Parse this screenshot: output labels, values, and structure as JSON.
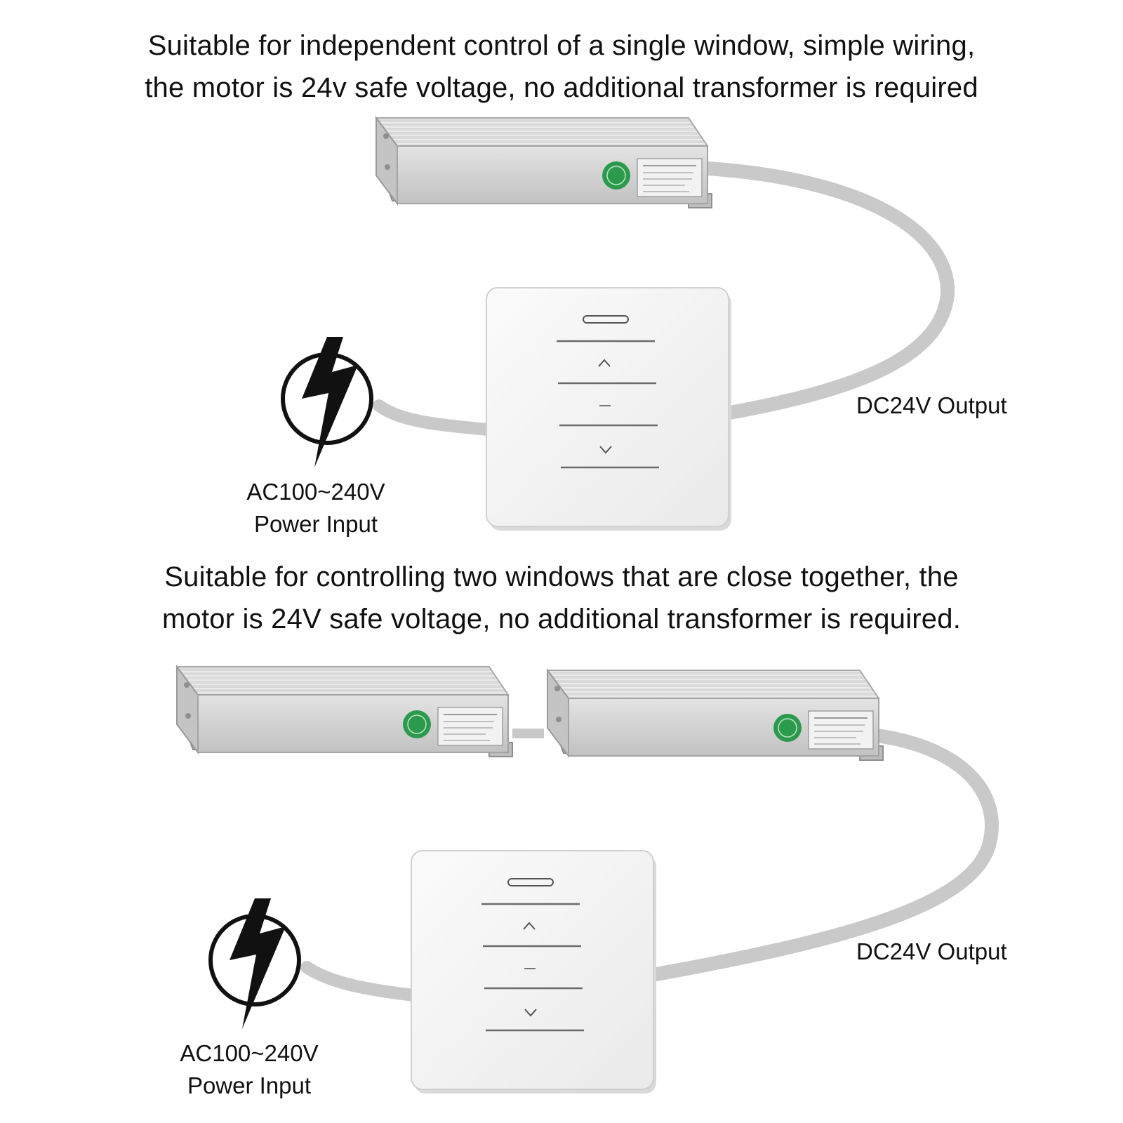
{
  "captions": {
    "top": [
      "Suitable for independent control of a single window, simple wiring,",
      "the motor is 24v safe voltage, no additional transformer is required"
    ],
    "bottom": [
      "Suitable for controlling two windows that are close together, the",
      "motor is 24V safe voltage, no additional transformer is required."
    ]
  },
  "labels": {
    "top": {
      "input_line1": "AC100~240V",
      "input_line2": "Power Input",
      "output": "DC24V Output"
    },
    "bottom": {
      "input_line1": "AC100~240V",
      "input_line2": "Power Input",
      "output": "DC24V Output"
    }
  },
  "icons": {
    "power": "lightning-bolt-icon",
    "up": "chevron-up-icon",
    "stop": "stop-dash-icon",
    "down": "chevron-down-icon"
  },
  "colors": {
    "cable": "#c9c9c9",
    "housing": "#d9d9d9",
    "panel": "#f4f4f4",
    "seal": "#2c9a4c"
  }
}
